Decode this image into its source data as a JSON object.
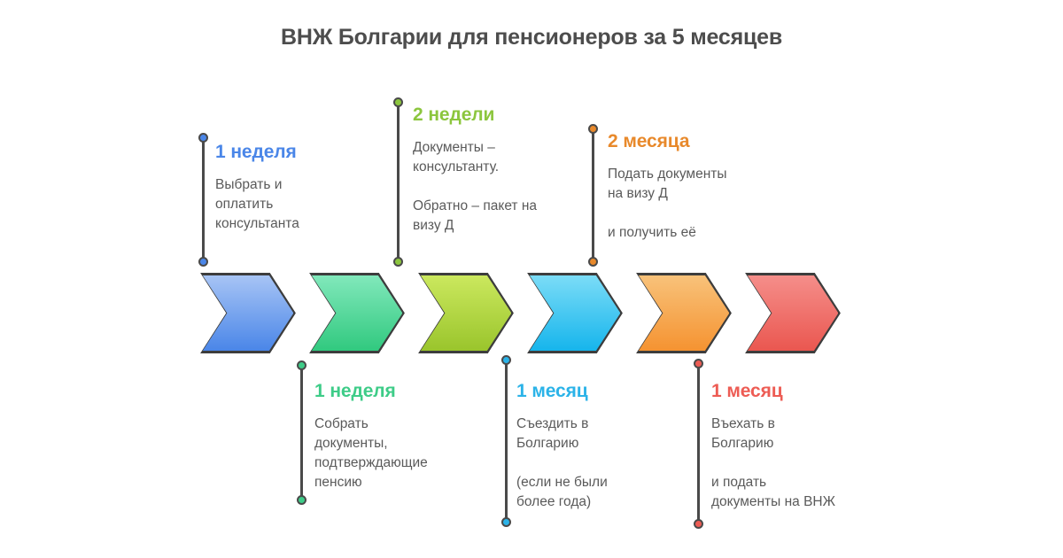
{
  "title": "ВНЖ Болгарии для пенсионеров за 5 месяцев",
  "colors": {
    "background": "#ffffff",
    "title_text": "#4d4d4d",
    "body_text": "#5a5a5a",
    "connector_line": "#4a4a4a",
    "chevron_outline": "#3d3d3d",
    "blue": "#4a86e8",
    "mint": "#3ecc88",
    "lime": "#8cc63e",
    "cyan": "#2bb3e8",
    "orange": "#e8892b",
    "red": "#ed5c54"
  },
  "chevrons": [
    {
      "name": "chevron-1-blue",
      "color_top": "#a7c4f5",
      "color_bottom": "#4a86e8",
      "accent": "#4a86e8"
    },
    {
      "name": "chevron-2-mint",
      "color_top": "#81e8bb",
      "color_bottom": "#31c97f",
      "accent": "#3ecc88"
    },
    {
      "name": "chevron-3-lime",
      "color_top": "#cbe85e",
      "color_bottom": "#9ac52c",
      "accent": "#8cc63e"
    },
    {
      "name": "chevron-4-cyan",
      "color_top": "#7bdcf7",
      "color_bottom": "#16b5ec",
      "accent": "#2bb3e8"
    },
    {
      "name": "chevron-5-orange",
      "color_top": "#f8c27a",
      "color_bottom": "#f59331",
      "accent": "#e8892b"
    },
    {
      "name": "chevron-6-red",
      "color_top": "#f58e8a",
      "color_bottom": "#ea5750",
      "accent": "#ed5c54"
    }
  ],
  "steps": [
    {
      "id": "step-1",
      "position": "above",
      "heading": "1 неделя",
      "color": "#4a86e8",
      "paragraphs": [
        "Выбрать и\nоплатить\nконсультанта"
      ]
    },
    {
      "id": "step-2",
      "position": "below",
      "heading": "1 неделя",
      "color": "#3ecc88",
      "paragraphs": [
        "Собрать\nдокументы,\nподтверждающие\nпенсию"
      ]
    },
    {
      "id": "step-3",
      "position": "above",
      "heading": "2 недели",
      "color": "#8cc63e",
      "paragraphs": [
        "Документы –\nконсультанту.",
        "Обратно – пакет на\nвизу Д"
      ]
    },
    {
      "id": "step-4",
      "position": "below",
      "heading": "1 месяц",
      "color": "#2bb3e8",
      "paragraphs": [
        "Съездить в\nБолгарию",
        "(если не были\nболее года)"
      ]
    },
    {
      "id": "step-5",
      "position": "above",
      "heading": "2 месяца",
      "color": "#e8892b",
      "paragraphs": [
        "Подать документы\nна визу Д",
        "и получить её"
      ]
    },
    {
      "id": "step-6",
      "position": "below",
      "heading": "1 месяц",
      "color": "#ed5c54",
      "paragraphs": [
        "Въехать в\nБолгарию",
        "и подать\nдокументы на ВНЖ"
      ]
    }
  ]
}
